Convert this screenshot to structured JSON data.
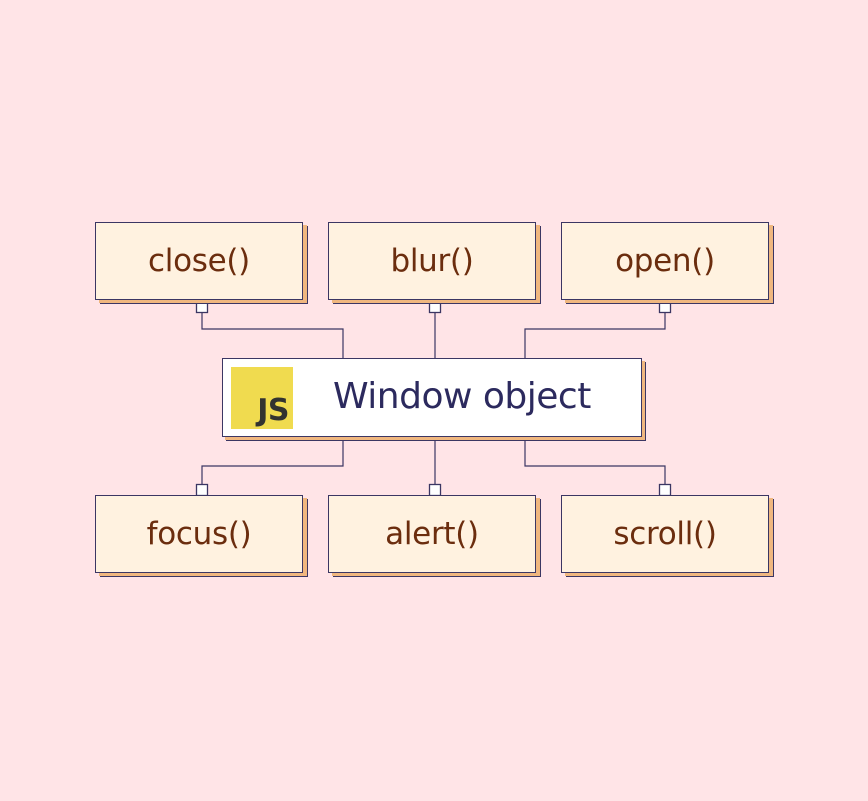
{
  "diagram": {
    "center": {
      "logo_text": "JS",
      "title": "Window object"
    },
    "top_methods": [
      {
        "label": "close()"
      },
      {
        "label": "blur()"
      },
      {
        "label": "open()"
      }
    ],
    "bottom_methods": [
      {
        "label": "focus()"
      },
      {
        "label": "alert()"
      },
      {
        "label": "scroll()"
      }
    ]
  },
  "colors": {
    "background": "#ffe4e7",
    "box_fill": "#fff2e0",
    "box_border": "#3b3663",
    "box_shadow": "#f0b77f",
    "method_text": "#6b2d0e",
    "center_text": "#2c2a5e",
    "js_logo": "#f0db4f"
  }
}
